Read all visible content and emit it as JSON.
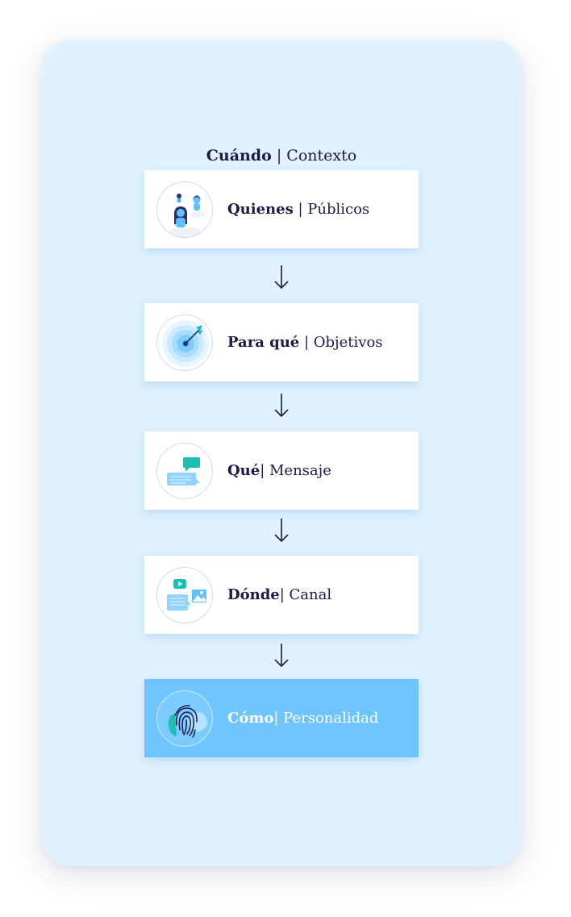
{
  "header": {
    "bold": "Cuándo",
    "rest": " | Contexto"
  },
  "steps": [
    {
      "bold": "Quienes",
      "rest": " | Públicos",
      "icon": "people-icon"
    },
    {
      "bold": "Para qué",
      "rest": " | Objetivos",
      "icon": "target-dart-icon"
    },
    {
      "bold": "Qué",
      "rest": "| Mensaje",
      "icon": "chat-bubbles-icon"
    },
    {
      "bold": "Dónde",
      "rest": "| Canal",
      "icon": "media-channel-icon"
    },
    {
      "bold": "Cómo",
      "rest": "| Personalidad",
      "icon": "fingerprint-icon"
    }
  ],
  "colors": {
    "panel_background": "#e1f1fd",
    "card_background": "#ffffff",
    "active_card_background": "#6ec5fe",
    "text": "#1c1a4a",
    "accent_teal": "#1dbfb3",
    "accent_blue": "#5fc1fc"
  }
}
